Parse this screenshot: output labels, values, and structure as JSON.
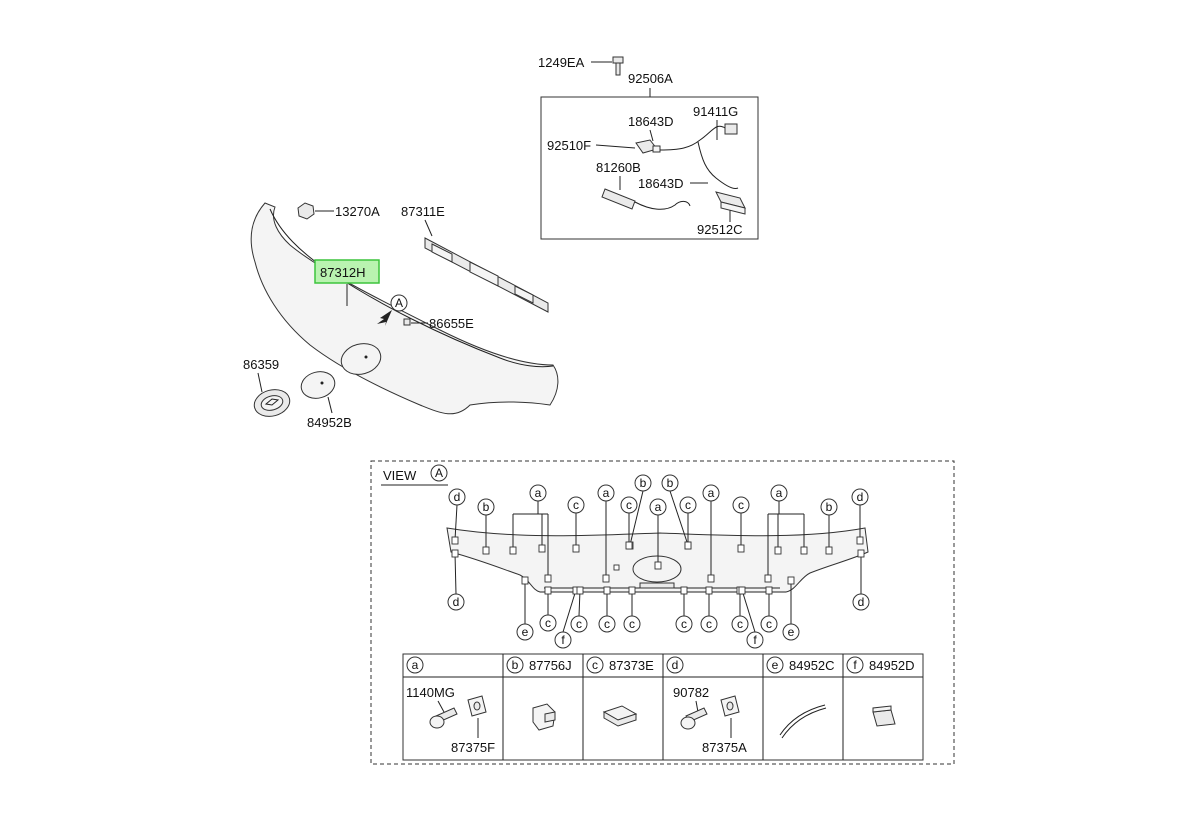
{
  "labels": {
    "p1249EA": "1249EA",
    "p92506A": "92506A",
    "p91411G": "91411G",
    "p18643D_top": "18643D",
    "p92510F": "92510F",
    "p81260B": "81260B",
    "p18643D_mid": "18643D",
    "p92512C": "92512C",
    "p13270A": "13270A",
    "p87311E": "87311E",
    "p87312H": "87312H",
    "arrowA": "A",
    "p86655E": "86655E",
    "p86359": "86359",
    "p84952B": "84952B"
  },
  "view": {
    "title": "VIEW",
    "letter": "A"
  },
  "legend": {
    "a": {
      "letter": "a",
      "part": "",
      "sub1": "1140MG",
      "sub2": "87375F"
    },
    "b": {
      "letter": "b",
      "part": "87756J"
    },
    "c": {
      "letter": "c",
      "part": "87373E"
    },
    "d": {
      "letter": "d",
      "part": "",
      "sub1": "90782",
      "sub2": "87375A"
    },
    "e": {
      "letter": "e",
      "part": "84952C"
    },
    "f": {
      "letter": "f",
      "part": "84952D"
    }
  },
  "highlight_color": "#b9f3b0",
  "highlight_border": "#3cc43c"
}
